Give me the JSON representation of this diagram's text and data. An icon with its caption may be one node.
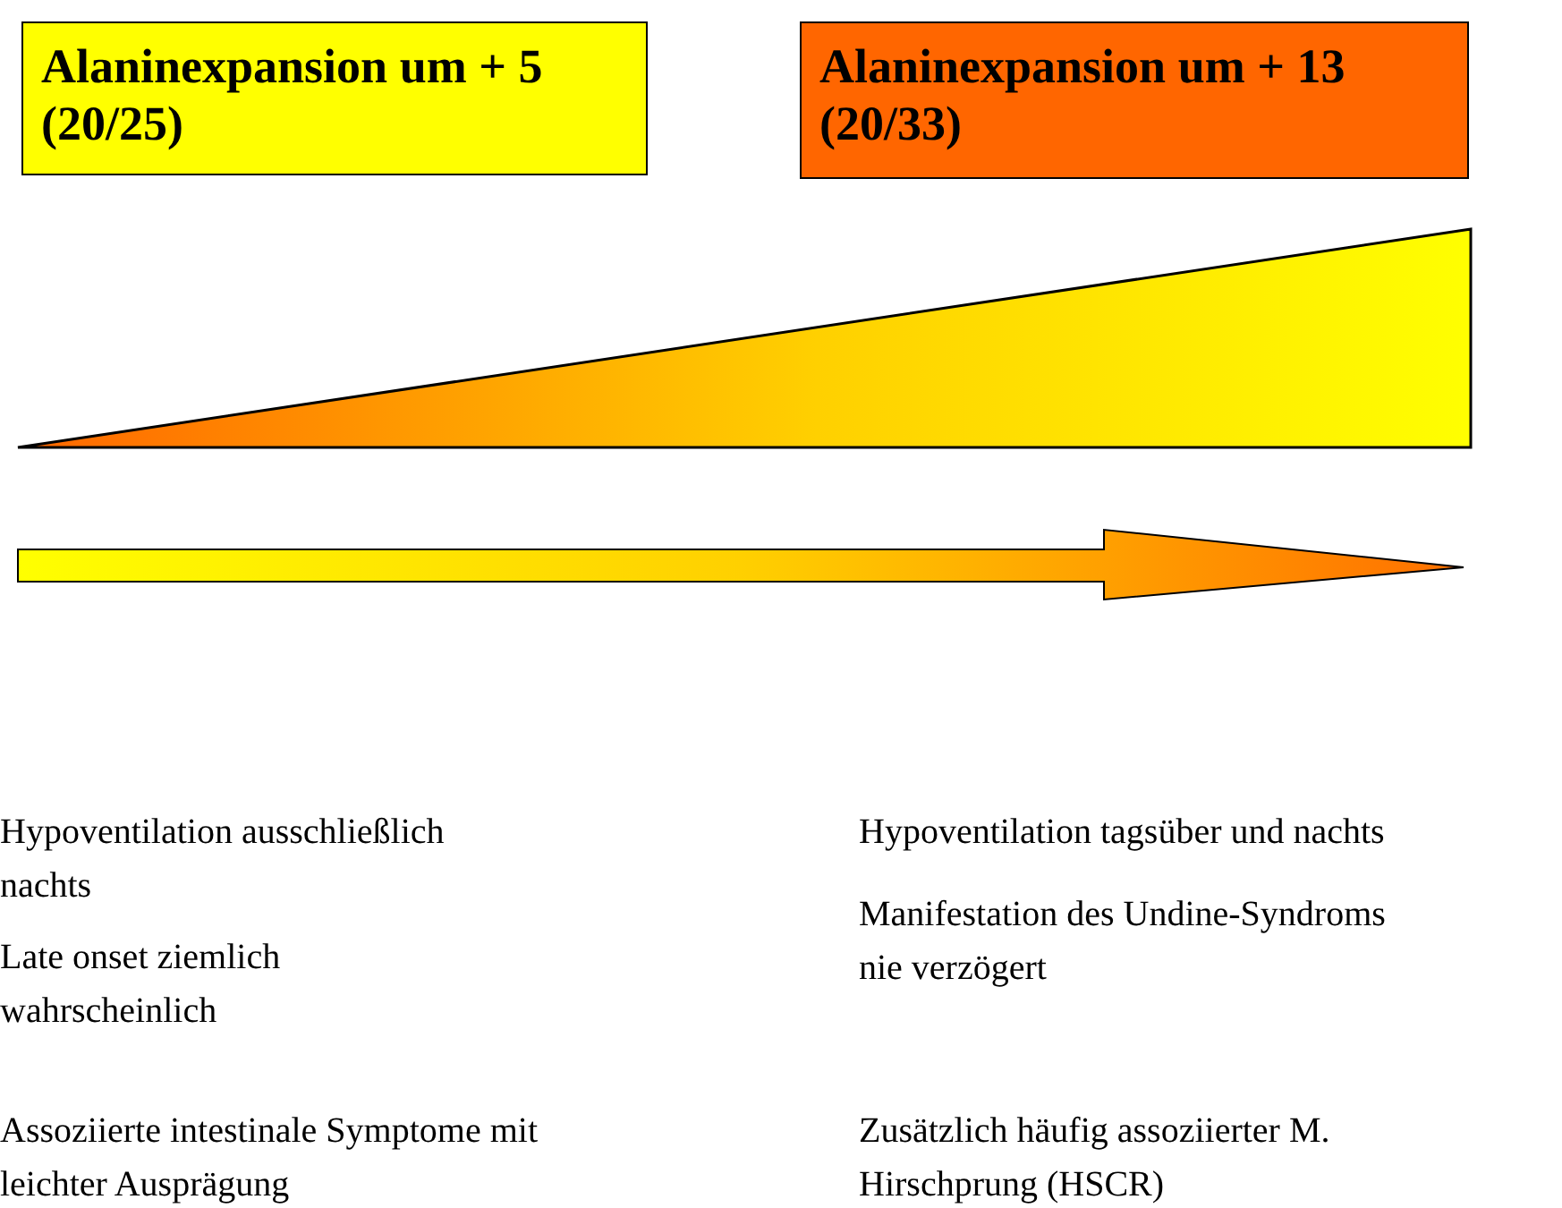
{
  "diagram": {
    "nodes": [
      {
        "text": [
          "Alaninexpansion um + 5 (20/25)"
        ]
      },
      {
        "text": [
          "Alaninexpansion um + 13 (20/33)"
        ]
      }
    ],
    "labels": [
      "Hypoventilation ausschließlich nachts",
      "Hypoventilation tagsüber und nachts",
      "Late onset ziemlich wahrscheinlich",
      "Manifestation des Undine-Syndroms nie verzögert",
      "Assoziierte intestinale Symptome mit leichter Ausprägung",
      "Zusätzlich häufig assoziierter M. Hirschprung (HSCR)"
    ]
  }
}
